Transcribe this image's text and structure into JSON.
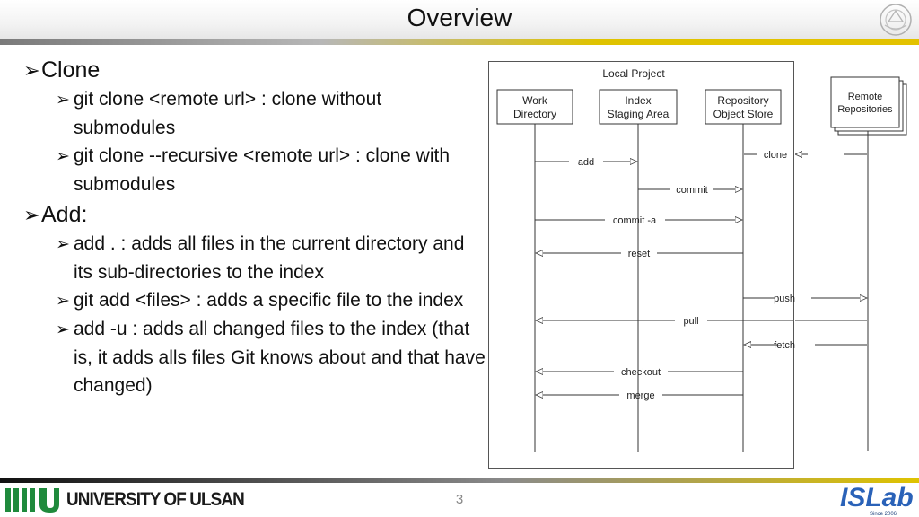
{
  "slide": {
    "title": "Overview",
    "page_number": "3"
  },
  "bullets": [
    {
      "level": 1,
      "text": "Clone"
    },
    {
      "level": 2,
      "text": "git clone <remote url> : clone without submodules"
    },
    {
      "level": 2,
      "text": "git clone --recursive <remote url> : clone with submodules"
    },
    {
      "level": 1,
      "text": "Add:"
    },
    {
      "level": 2,
      "text": "add . : adds all files in the current directory and its sub-directories to the index"
    },
    {
      "level": 2,
      "text": "git add <files> : adds a specific file to the index"
    },
    {
      "level": 2,
      "text": "add -u : adds all changed files to the index (that is, it adds alls files Git knows about and that have changed)"
    }
  ],
  "diagram": {
    "frame_title": "Local Project",
    "columns": {
      "work": [
        "Work",
        "Directory"
      ],
      "index": [
        "Index",
        "Staging Area"
      ],
      "repo": [
        "Repository",
        "Object Store"
      ],
      "remote": [
        "Remote",
        "Repositories"
      ]
    },
    "operations": [
      "add",
      "commit",
      "commit -a",
      "reset",
      "clone",
      "push",
      "pull",
      "fetch",
      "checkout",
      "merge"
    ]
  },
  "footer": {
    "university": "UNIVERSITY OF ULSAN",
    "lab_logo": "ISLab",
    "lab_tagline": "Since 2006"
  },
  "colors": {
    "accent_gold": "#e0c200",
    "ulsan_green": "#1f8a3c",
    "islab_blue": "#2a62b8"
  }
}
